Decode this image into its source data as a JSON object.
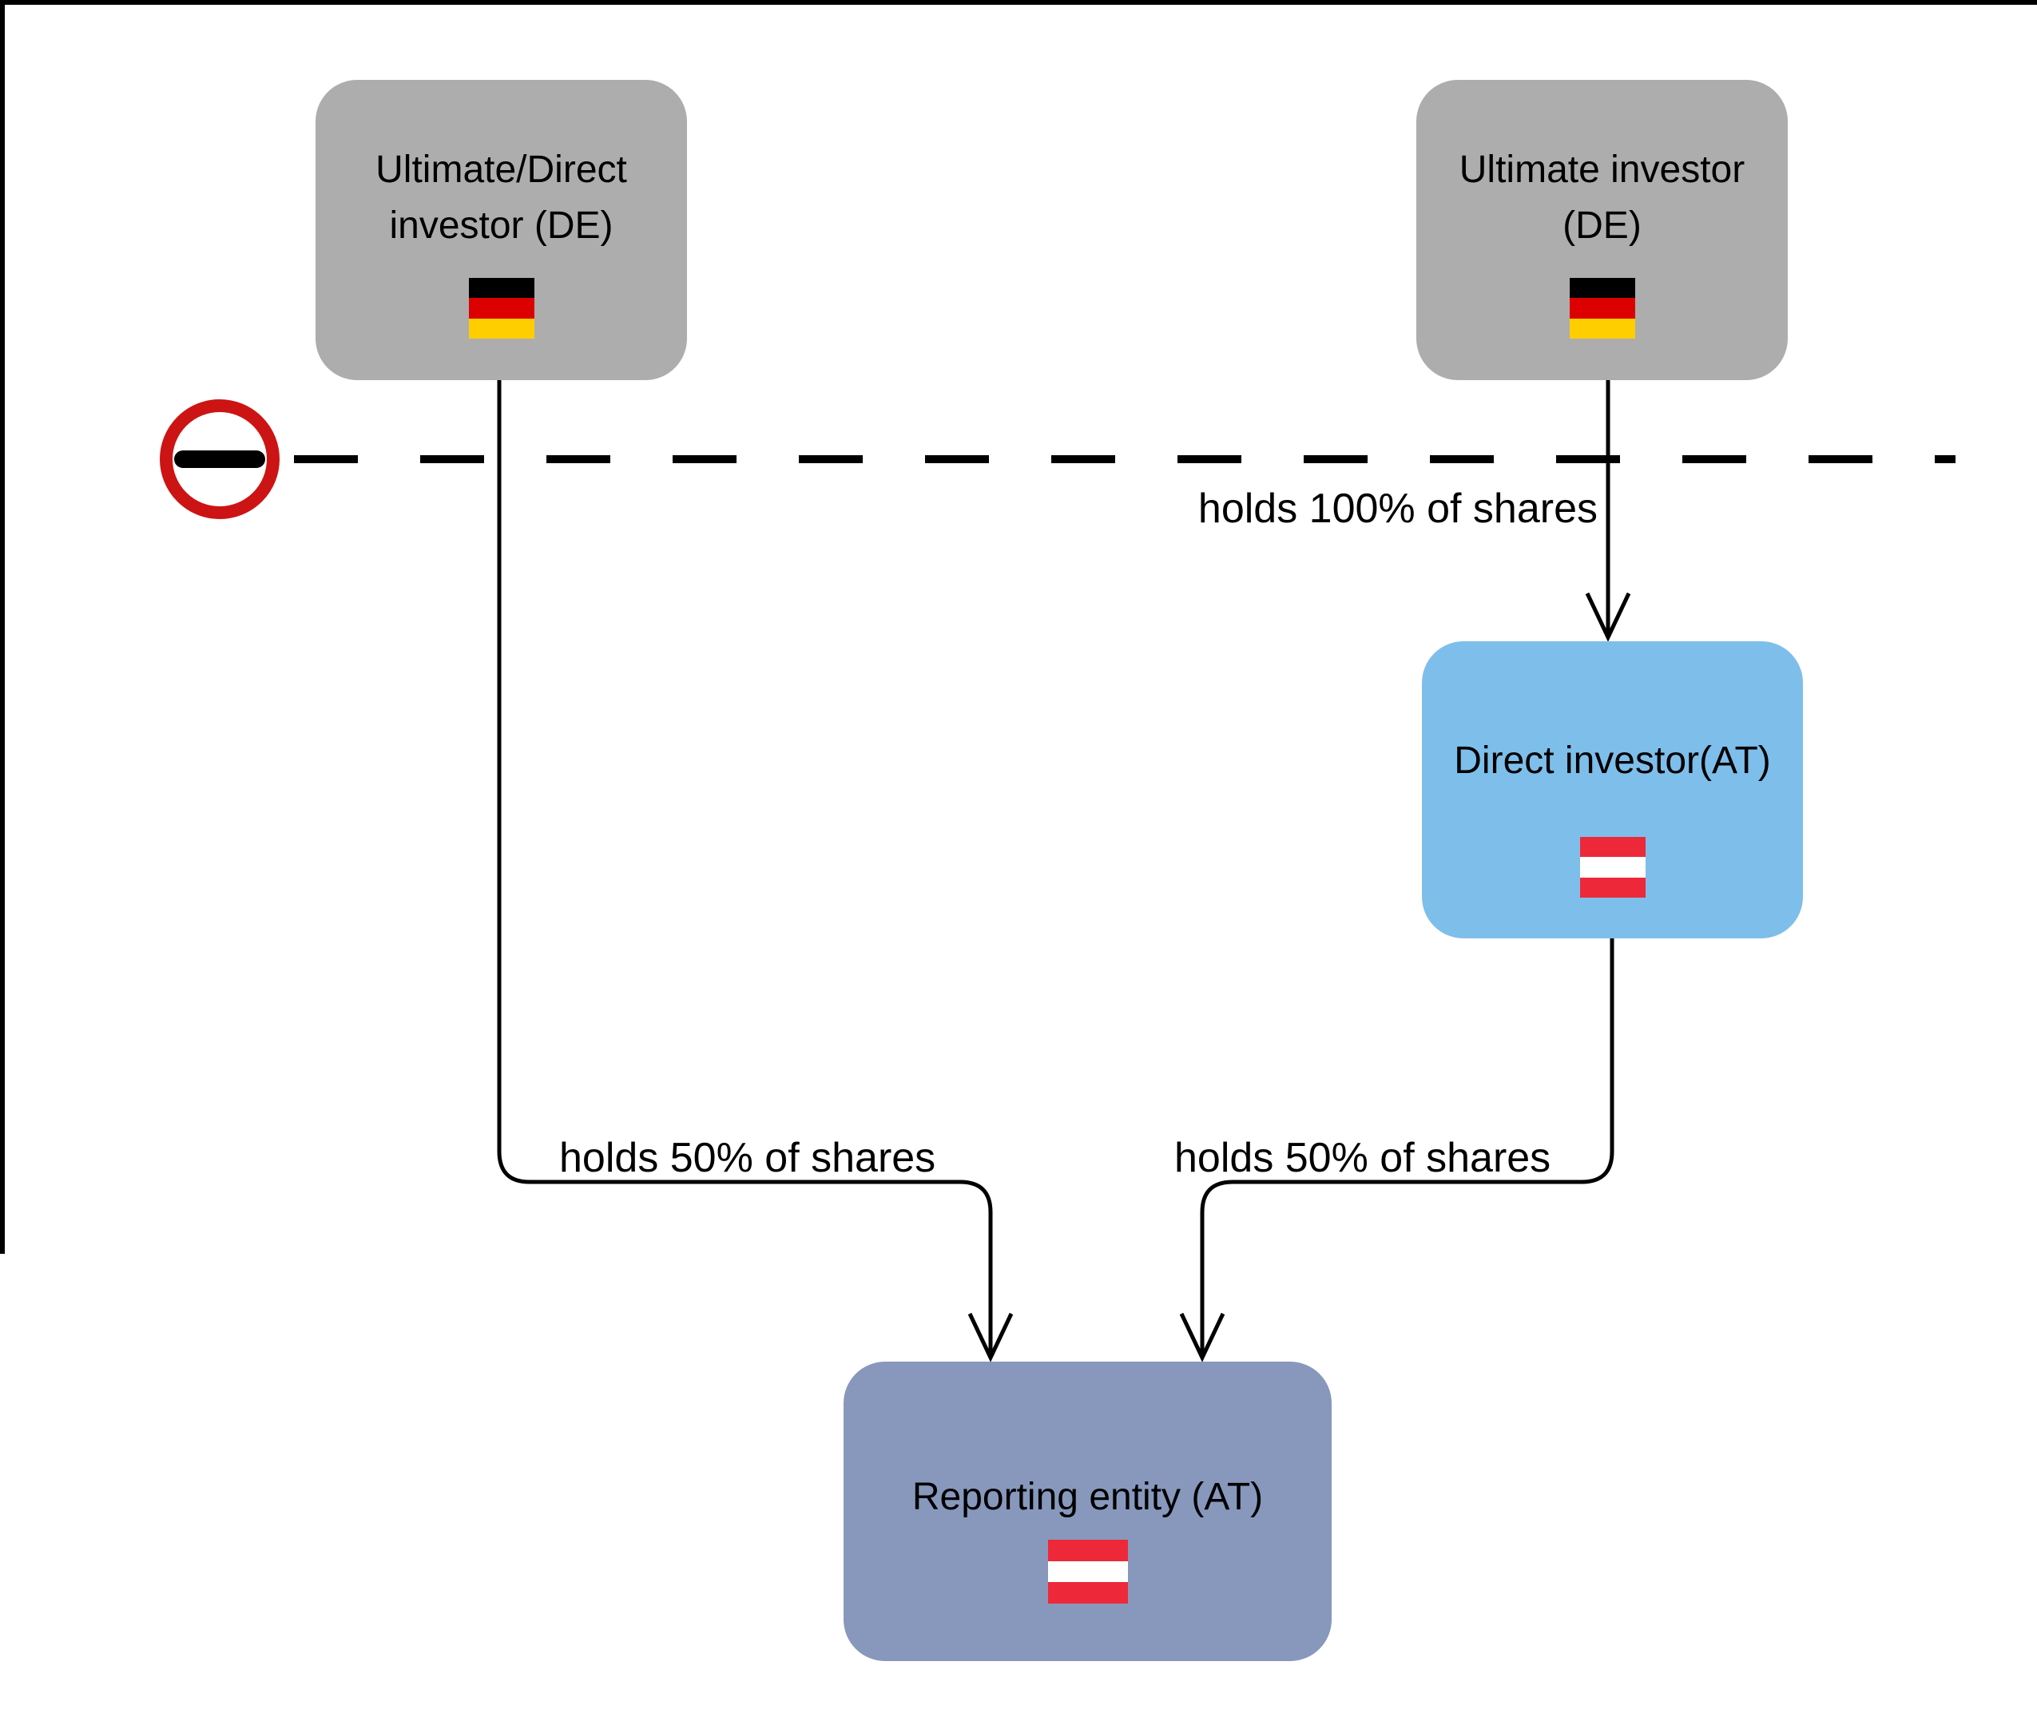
{
  "diagram_title": "",
  "nodes": {
    "ultimate_direct_investor": {
      "label_line1": "Ultimate/Direct",
      "label_line2": "investor (DE)",
      "country": "DE",
      "flag": "germany-flag",
      "fill": "#ADADAD"
    },
    "ultimate_investor": {
      "label_line1": "Ultimate investor",
      "label_line2": "(DE)",
      "country": "DE",
      "flag": "germany-flag",
      "fill": "#ADADAD"
    },
    "direct_investor": {
      "label": "Direct investor(AT)",
      "country": "AT",
      "flag": "austria-flag",
      "fill": "#7EBEEA"
    },
    "reporting_entity": {
      "label": "Reporting entity (AT)",
      "country": "AT",
      "flag": "austria-flag",
      "fill": "#8798BC"
    }
  },
  "edges": {
    "ultimate_to_direct": {
      "label": "holds 100% of shares"
    },
    "ultimate_direct_to_reporting": {
      "label": "holds 50% of shares"
    },
    "direct_to_reporting": {
      "label": "holds 50% of shares"
    }
  },
  "icons": {
    "border_marker": "no-entry-icon"
  },
  "theme": {
    "gray_box": "#ADADAD",
    "blue_box": "#7EBEEA",
    "slate_box": "#8798BC",
    "line_color": "#000000",
    "no_entry_red": "#CC1414",
    "de_black": "#000000",
    "de_red": "#DD0000",
    "de_gold": "#FFCE00",
    "at_red": "#ED2939"
  }
}
